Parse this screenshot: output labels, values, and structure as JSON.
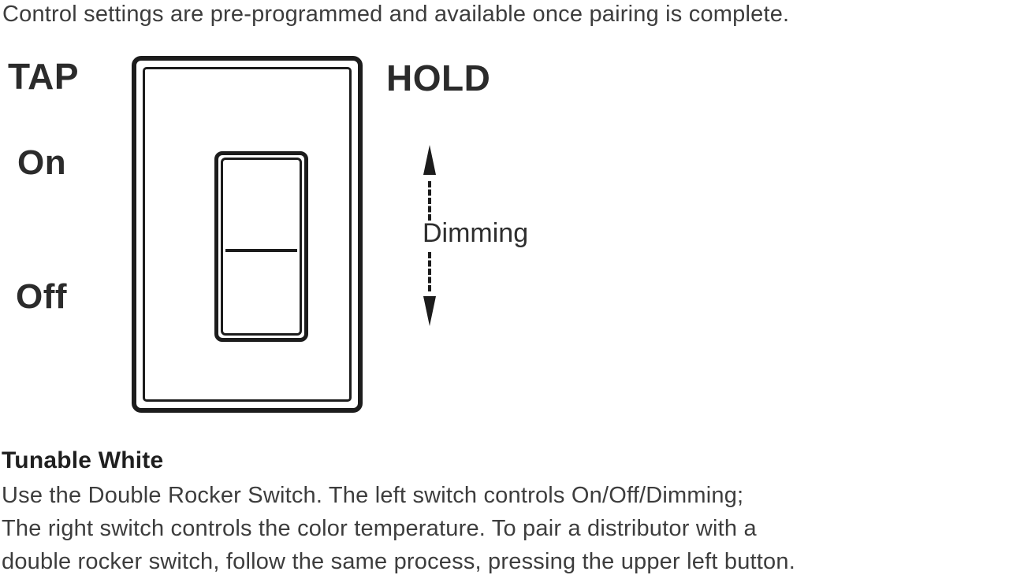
{
  "intro": "Control settings are pre-programmed and available once pairing is complete.",
  "diagram": {
    "tap_label": "TAP",
    "hold_label": "HOLD",
    "on_label": "On",
    "off_label": "Off",
    "dimming_label": "Dimming"
  },
  "section": {
    "heading": "Tunable White",
    "body_lines": [
      "Use the Double Rocker Switch. The left switch controls On/Off/Dimming;",
      "The right switch controls the color temperature. To pair a distributor with a",
      "double rocker switch, follow the same process, pressing the upper left button."
    ]
  },
  "colors": {
    "line": "#1c1c1c",
    "text": "#3d3d3d"
  }
}
